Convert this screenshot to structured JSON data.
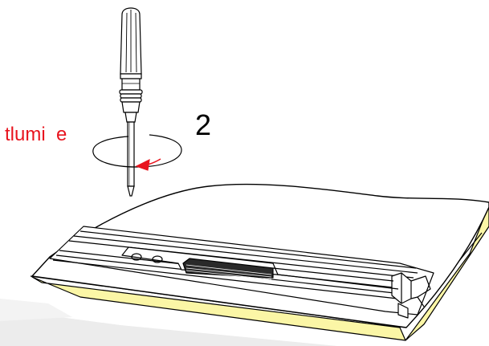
{
  "labels": {
    "step_number": "2",
    "action_text": "tlumi  e"
  },
  "icons": {
    "tool": "screwdriver-icon",
    "rotation": "rotation-arrow-icon",
    "part": "rail-profile"
  },
  "colors": {
    "line": "#000000",
    "accent_red": "#e8141e",
    "tape_yellow": "#fbf6a6",
    "shadow_gray": "#ececec",
    "background": "#ffffff"
  }
}
